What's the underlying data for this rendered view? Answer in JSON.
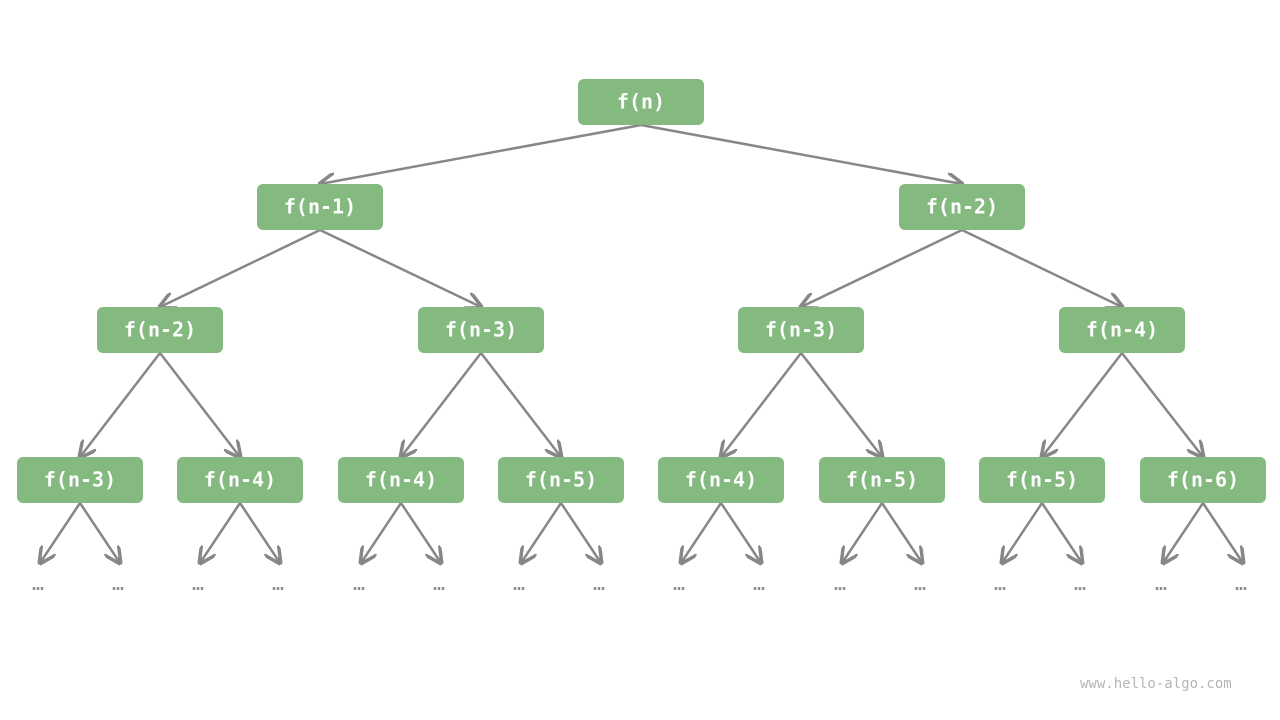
{
  "tree": {
    "root": "f(n)",
    "level1": [
      "f(n-1)",
      "f(n-2)"
    ],
    "level2": [
      "f(n-2)",
      "f(n-3)",
      "f(n-3)",
      "f(n-4)"
    ],
    "level3": [
      "f(n-3)",
      "f(n-4)",
      "f(n-4)",
      "f(n-5)",
      "f(n-4)",
      "f(n-5)",
      "f(n-5)",
      "f(n-6)"
    ],
    "leaf_placeholder": "…"
  },
  "watermark": "www.hello-algo.com",
  "colors": {
    "node_fill": "#84ba80",
    "node_text": "#ffffff",
    "edge": "#878787",
    "ellipsis": "#8f8f8f"
  }
}
